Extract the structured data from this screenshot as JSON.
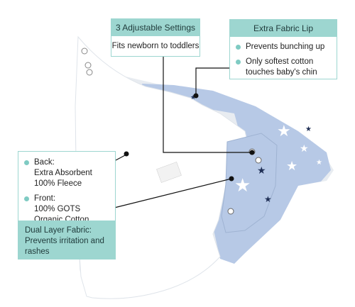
{
  "settings_callout": {
    "title": "3 Adjustable Settings",
    "body": "Fits newborn to toddlers"
  },
  "lip_callout": {
    "title": "Extra Fabric Lip",
    "bullets": [
      "Prevents bunching up",
      "Only softest cotton touches baby's chin"
    ]
  },
  "layers_callout": {
    "back_title": "Back:",
    "back_detail_1": "Extra Absorbent",
    "back_detail_2": "100% Fleece",
    "front_title": "Front:",
    "front_detail_1": "100% GOTS",
    "front_detail_2": "Organic Cotton",
    "footer": "Dual Layer Fabric: Prevents irritation and rashes"
  },
  "colors": {
    "accent": "#9dd6d0",
    "bullet": "#7fcbc3",
    "fabric_blue": "#b4c8e6",
    "star_navy": "#1f2f55"
  }
}
